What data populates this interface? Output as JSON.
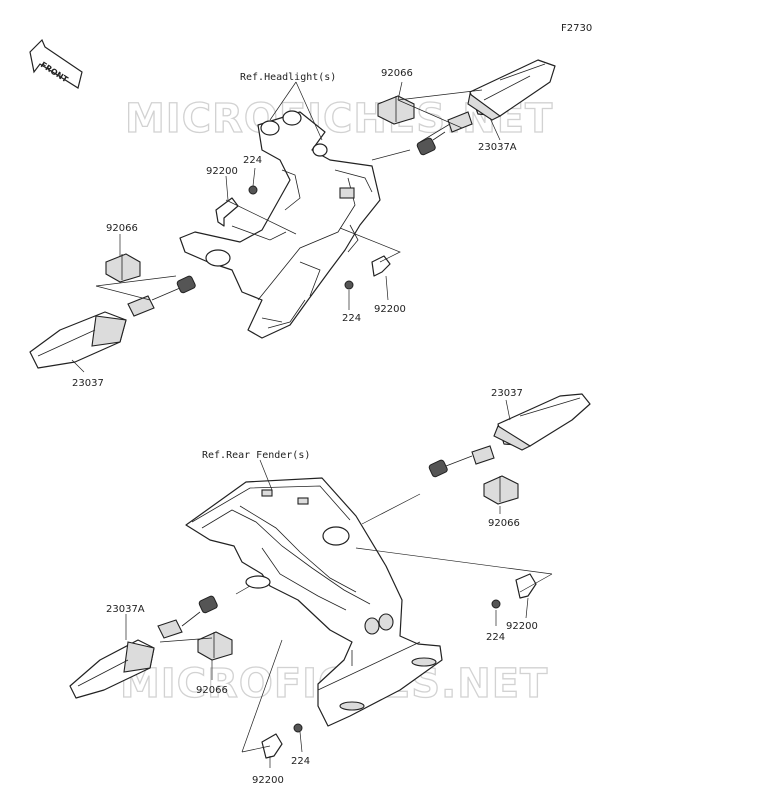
{
  "diagram": {
    "code": "F2730",
    "front_label": "FRONT",
    "watermark": "MICROFICHES.NET",
    "refs": {
      "headlight": "Ref.Headlight(s)",
      "rear_fender": "Ref.Rear Fender(s)"
    },
    "parts": {
      "p92066_a": "92066",
      "p23037a_a": "23037A",
      "p224_a": "224",
      "p92200_a": "92200",
      "p92066_b": "92066",
      "p23037_a": "23037",
      "p224_b": "224",
      "p92200_b": "92200",
      "p23037_b": "23037",
      "p92066_c": "92066",
      "p23037a_b": "23037A",
      "p92066_d": "92066",
      "p224_c": "224",
      "p92200_c": "92200",
      "p224_d": "224",
      "p92200_d": "92200"
    }
  }
}
